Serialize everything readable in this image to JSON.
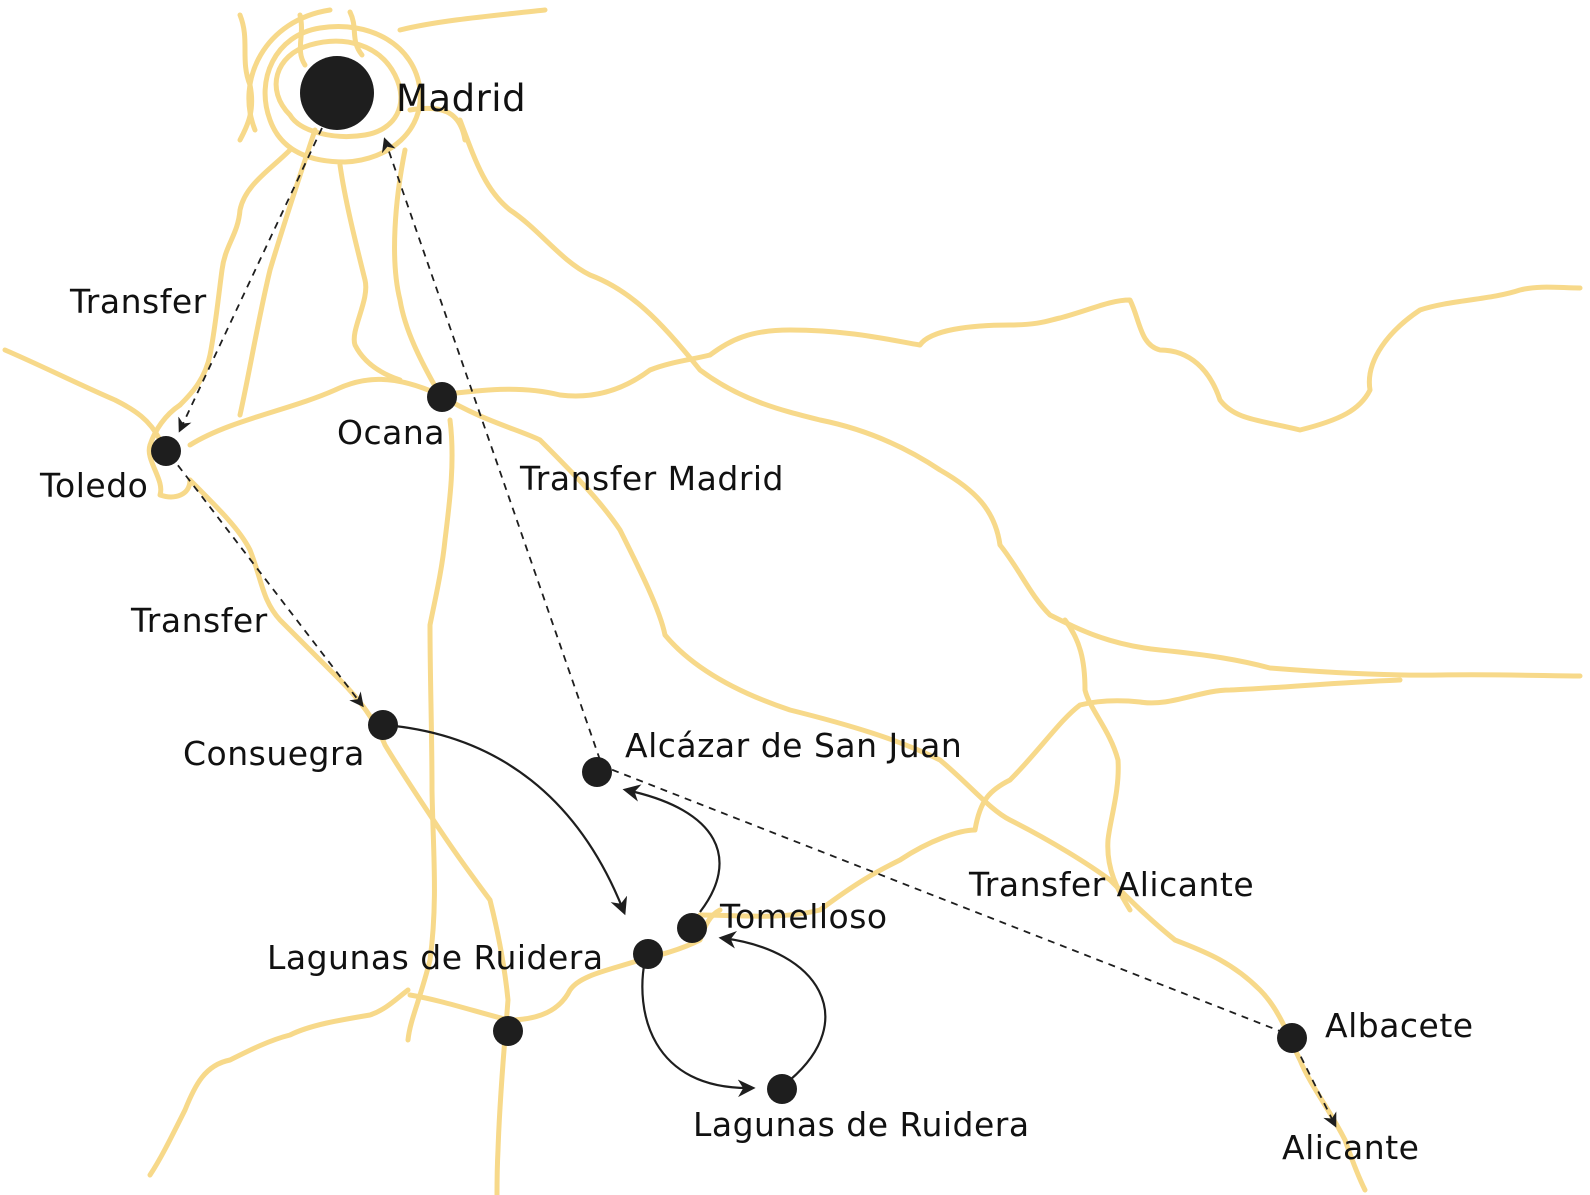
{
  "map": {
    "colors": {
      "road": "#f7d98a",
      "route": "#1e1e1e",
      "city": "#1e1e1e",
      "background": "#ffffff"
    },
    "cities": {
      "madrid": "Madrid",
      "toledo": "Toledo",
      "ocana": "Ocana",
      "consuegra": "Consuegra",
      "alcazar": "Alcázar de San Juan",
      "tomelloso": "Tomelloso",
      "lagunas_1": "Lagunas de Ruidera",
      "lagunas_2": "Lagunas de Ruidera",
      "albacete": "Albacete",
      "alicante": "Alicante"
    },
    "routes": {
      "transfer_1": "Transfer",
      "transfer_2": "Transfer",
      "transfer_madrid": "Transfer Madrid",
      "transfer_alicante": "Transfer Alicante"
    }
  }
}
